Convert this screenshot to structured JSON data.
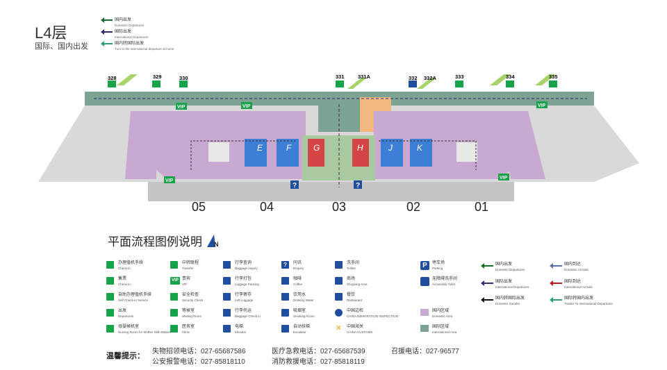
{
  "floor": {
    "title": "L4层",
    "subtitle": "国际、国内出发"
  },
  "top_legend": [
    {
      "cn": "国内出发",
      "en": "Domestic Departures",
      "color": "#1a6b2e"
    },
    {
      "cn": "国际出发",
      "en": "International Departures",
      "color": "#2e2a7a"
    },
    {
      "cn": "国内转国际出发",
      "en": "Turn to the international departure at home",
      "color": "#2e9a7a"
    }
  ],
  "gates": [
    "328",
    "329",
    "330",
    "331",
    "331A",
    "332",
    "332A",
    "333",
    "334",
    "335"
  ],
  "zones": [
    "05",
    "04",
    "03",
    "02",
    "01"
  ],
  "checkin_islands": [
    "E",
    "F",
    "G",
    "H",
    "J",
    "K"
  ],
  "map_labels": {
    "vip": "VIP",
    "info": "?"
  },
  "legend": {
    "title": "平面流程图例说明",
    "north": "N",
    "items": [
      {
        "cn": "办理值机手续",
        "en": "Check-in",
        "icon": "check-in-icon"
      },
      {
        "cn": "售票",
        "en": "Check-in",
        "icon": "ticket-icon"
      },
      {
        "cn": "自助办理值机手续",
        "en": "Self Check-in Service",
        "icon": "self-check-in-icon"
      },
      {
        "cn": "出发",
        "en": "Departures",
        "icon": "departures-icon"
      },
      {
        "cn": "母婴候机室",
        "en": "Nursing Room for Mother With Babies",
        "icon": "nursing-room-icon"
      },
      {
        "cn": "中转联程",
        "en": "Transfer",
        "icon": "transfer-icon"
      },
      {
        "cn": "贵宾",
        "en": "VIP",
        "icon": "vip-icon"
      },
      {
        "cn": "安全检查",
        "en": "Security Check",
        "icon": "security-icon"
      },
      {
        "cn": "等候室",
        "en": "Waiting Room",
        "icon": "waiting-room-icon"
      },
      {
        "cn": "医务室",
        "en": "Clinic",
        "icon": "clinic-icon"
      },
      {
        "cn": "行李查询",
        "en": "Baggage Inquiry",
        "icon": "baggage-inquiry-icon"
      },
      {
        "cn": "行李打包",
        "en": "Luggage Packing",
        "icon": "luggage-packing-icon"
      },
      {
        "cn": "行李寄存",
        "en": "Left Luggage",
        "icon": "left-luggage-icon"
      },
      {
        "cn": "行李托运",
        "en": "Baggage Check in",
        "icon": "baggage-check-icon"
      },
      {
        "cn": "电梯",
        "en": "Elevator",
        "icon": "elevator-icon"
      },
      {
        "cn": "问讯",
        "en": "Enquiry",
        "icon": "enquiry-icon"
      },
      {
        "cn": "咖啡",
        "en": "Coffee",
        "icon": "coffee-icon"
      },
      {
        "cn": "饮用水",
        "en": "Drinking Water",
        "icon": "drinking-water-icon"
      },
      {
        "cn": "吸烟室",
        "en": "Smoking Room",
        "icon": "smoking-room-icon"
      },
      {
        "cn": "自动扶梯",
        "en": "Escalator",
        "icon": "escalator-icon"
      },
      {
        "cn": "洗手间",
        "en": "Toilets",
        "icon": "toilets-icon"
      },
      {
        "cn": "商场",
        "en": "Shopping Area",
        "icon": "shopping-icon"
      },
      {
        "cn": "餐饮",
        "en": "Restaurant",
        "icon": "restaurant-icon"
      },
      {
        "cn": "中国边检",
        "en": "CHINA IMMIGRATION INSPECTION",
        "icon": "immigration-icon"
      },
      {
        "cn": "中国海关",
        "en": "CHINA CUSTOMS",
        "icon": "customs-icon"
      },
      {
        "cn": "停车场",
        "en": "Parking",
        "icon": "parking-icon"
      },
      {
        "cn": "无障碍洗手间",
        "en": "Accessible Toilet",
        "icon": "accessible-toilet-icon"
      },
      {
        "cn": "国内区域",
        "en": "Domestic Area",
        "icon": "domestic-area-swatch"
      },
      {
        "cn": "国际区域",
        "en": "International Area",
        "icon": "international-area-swatch"
      }
    ],
    "flows": [
      {
        "cn": "国内出发",
        "en": "Domestic Departures",
        "color": "#1a6b2e"
      },
      {
        "cn": "国际出发",
        "en": "International Departures",
        "color": "#2e2a7a"
      },
      {
        "cn": "国内转国际出发",
        "en": "Domestic transfer",
        "color": "#111111"
      },
      {
        "cn": "国内到达",
        "en": "Domestic Arrivals",
        "color": "#5a6fa8"
      },
      {
        "cn": "国际到达",
        "en": "International Arrivals",
        "color": "#b01e23"
      },
      {
        "cn": "国际转国内出发",
        "en": "Tranfer To International Departures",
        "color": "#2e9a7a"
      }
    ]
  },
  "colors": {
    "domestic": "#c9a8d2",
    "international": "#7da393",
    "floor": "#d9d9d9",
    "green": "#16a34a",
    "blue": "#1f4e9e"
  },
  "tips": {
    "title": "温馨提示：",
    "lost_found": "失物招领电话：027-65687586",
    "police": "公安报警电话：027-85818110",
    "medical": "医疗急救电话：027-65687539",
    "fire": "消防救援电话：027-85818119",
    "rescue": "召援电话：027-96577"
  }
}
